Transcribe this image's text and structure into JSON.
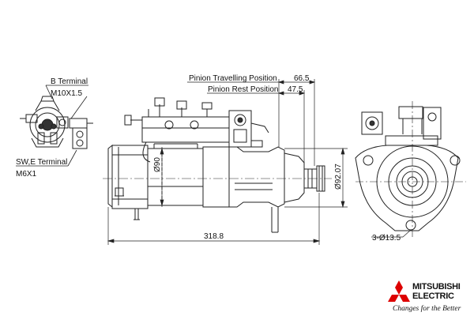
{
  "labels": {
    "b_terminal": "B Terminal",
    "b_terminal_size": "M10X1.5",
    "swe_terminal": "SW,E Terminal",
    "swe_terminal_size": "M6X1",
    "pinion_travelling": "Pinion Travelling Position",
    "pinion_rest": "Pinion Rest Position"
  },
  "dimensions": {
    "travel": "66.5",
    "rest": "47.5",
    "body_dia": "Ø90",
    "flange_dia": "Ø92.07",
    "overall_length": "318.8",
    "holes": "3-Ø13.5"
  },
  "logo": {
    "line1": "MITSUBISHI",
    "line2": "ELECTRIC",
    "tagline": "Changes for the Better"
  }
}
